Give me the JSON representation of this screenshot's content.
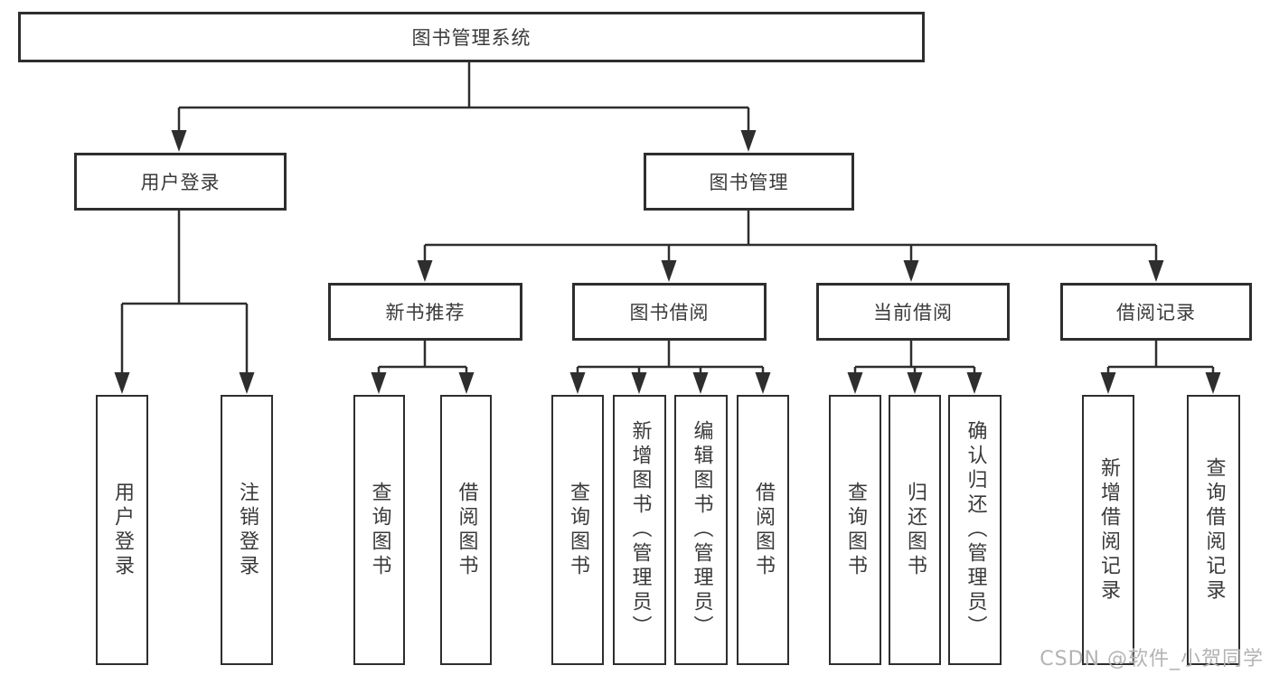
{
  "theme": {
    "page_bg": "#ffffff",
    "line_color": "#2e2e2e",
    "text_color": "#3a3a3a",
    "watermark_color": "#b3b3b3"
  },
  "watermark": {
    "text": "CSDN @软件_小贺同学"
  },
  "diagram": {
    "type": "tree",
    "root": {
      "label": "图书管理系统"
    },
    "branches": [
      {
        "label": "用户登录",
        "children": [
          {
            "label": "用户登录"
          },
          {
            "label": "注销登录"
          }
        ]
      },
      {
        "label": "图书管理",
        "children": [
          {
            "label": "新书推荐",
            "children": [
              {
                "label": "查询图书"
              },
              {
                "label": "借阅图书"
              }
            ]
          },
          {
            "label": "图书借阅",
            "children": [
              {
                "label": "查询图书"
              },
              {
                "label": "新增图书（管理员）"
              },
              {
                "label": "编辑图书（管理员）"
              },
              {
                "label": "借阅图书"
              }
            ]
          },
          {
            "label": "当前借阅",
            "children": [
              {
                "label": "查询图书"
              },
              {
                "label": "归还图书"
              },
              {
                "label": "确认归还（管理员）"
              }
            ]
          },
          {
            "label": "借阅记录",
            "children": [
              {
                "label": "新增借阅记录"
              },
              {
                "label": "查询借阅记录"
              }
            ]
          }
        ]
      }
    ]
  }
}
